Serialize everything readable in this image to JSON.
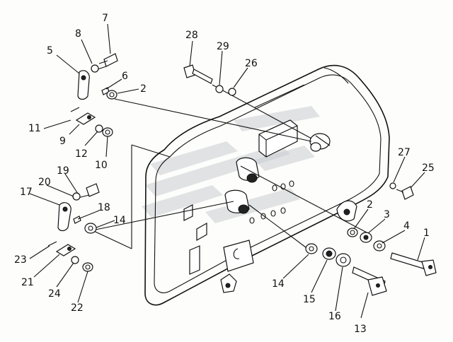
{
  "diagram": {
    "callouts": [
      {
        "id": "c1",
        "text": "1"
      },
      {
        "id": "c2a",
        "text": "2"
      },
      {
        "id": "c2b",
        "text": "2"
      },
      {
        "id": "c3",
        "text": "3"
      },
      {
        "id": "c4",
        "text": "4"
      },
      {
        "id": "c5",
        "text": "5"
      },
      {
        "id": "c6",
        "text": "6"
      },
      {
        "id": "c7",
        "text": "7"
      },
      {
        "id": "c8",
        "text": "8"
      },
      {
        "id": "c9",
        "text": "9"
      },
      {
        "id": "c10",
        "text": "10"
      },
      {
        "id": "c11",
        "text": "11"
      },
      {
        "id": "c12",
        "text": "12"
      },
      {
        "id": "c13",
        "text": "13"
      },
      {
        "id": "c14a",
        "text": "14"
      },
      {
        "id": "c14b",
        "text": "14"
      },
      {
        "id": "c15",
        "text": "15"
      },
      {
        "id": "c16",
        "text": "16"
      },
      {
        "id": "c17",
        "text": "17"
      },
      {
        "id": "c18",
        "text": "18"
      },
      {
        "id": "c19",
        "text": "19"
      },
      {
        "id": "c20",
        "text": "20"
      },
      {
        "id": "c21",
        "text": "21"
      },
      {
        "id": "c22",
        "text": "22"
      },
      {
        "id": "c23",
        "text": "23"
      },
      {
        "id": "c24",
        "text": "24"
      },
      {
        "id": "c25",
        "text": "25"
      },
      {
        "id": "c26",
        "text": "26"
      },
      {
        "id": "c27",
        "text": "27"
      },
      {
        "id": "c28",
        "text": "28"
      },
      {
        "id": "c29",
        "text": "29"
      }
    ]
  }
}
